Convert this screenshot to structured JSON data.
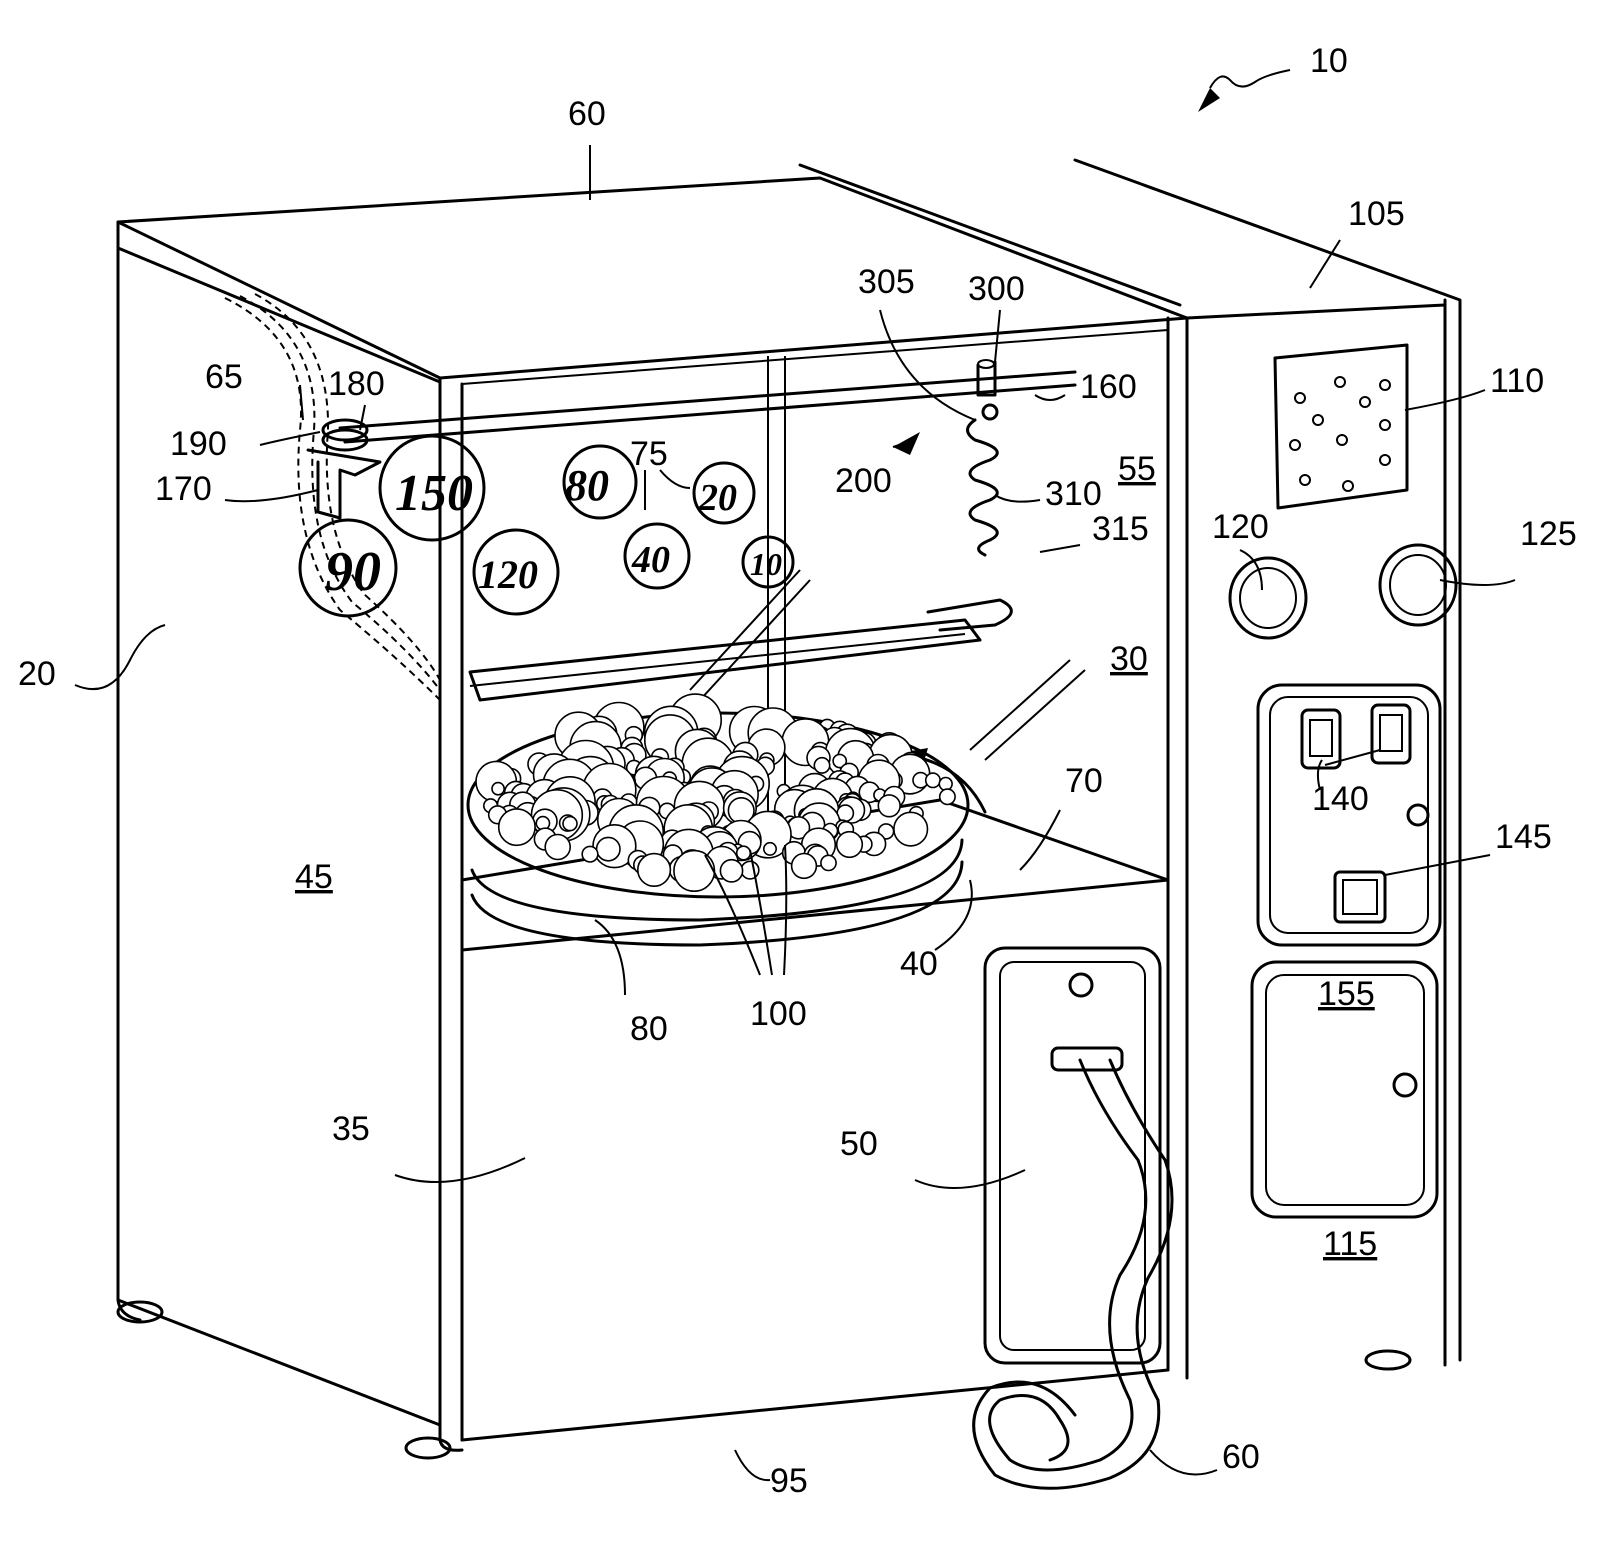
{
  "figure": {
    "reference_labels": [
      {
        "id": "fig",
        "text": "10"
      },
      {
        "id": "top",
        "text": "60"
      },
      {
        "id": "side_panel_top",
        "text": "105"
      },
      {
        "id": "pin_bracket",
        "text": "300"
      },
      {
        "id": "spring_top",
        "text": "305"
      },
      {
        "id": "speaker",
        "text": "110"
      },
      {
        "id": "rail",
        "text": "160"
      },
      {
        "id": "wire",
        "text": "65"
      },
      {
        "id": "pulley",
        "text": "180"
      },
      {
        "id": "belt",
        "text": "190"
      },
      {
        "id": "bracket",
        "text": "170"
      },
      {
        "id": "target_area",
        "text": "75"
      },
      {
        "id": "mechanism",
        "text": "200"
      },
      {
        "id": "spring",
        "text": "310"
      },
      {
        "id": "back_wall",
        "text": "55",
        "underline": true
      },
      {
        "id": "spring_tip",
        "text": "315"
      },
      {
        "id": "knob_left",
        "text": "120"
      },
      {
        "id": "knob_right",
        "text": "125"
      },
      {
        "id": "left_side",
        "text": "20"
      },
      {
        "id": "chamber",
        "text": "30",
        "underline": true
      },
      {
        "id": "floor",
        "text": "70"
      },
      {
        "id": "switches",
        "text": "140"
      },
      {
        "id": "coin",
        "text": "145"
      },
      {
        "id": "left_interior",
        "text": "45",
        "underline": true
      },
      {
        "id": "turntable",
        "text": "40"
      },
      {
        "id": "door_panel",
        "text": "155",
        "underline": true
      },
      {
        "id": "balls",
        "text": "100"
      },
      {
        "id": "tray",
        "text": "80"
      },
      {
        "id": "front",
        "text": "35"
      },
      {
        "id": "outlet",
        "text": "50"
      },
      {
        "id": "cabinet_side",
        "text": "115",
        "underline": true
      },
      {
        "id": "base",
        "text": "95"
      },
      {
        "id": "cord",
        "text": "60"
      }
    ],
    "score_targets": [
      "150",
      "80",
      "20",
      "90",
      "120",
      "40",
      "10"
    ]
  }
}
